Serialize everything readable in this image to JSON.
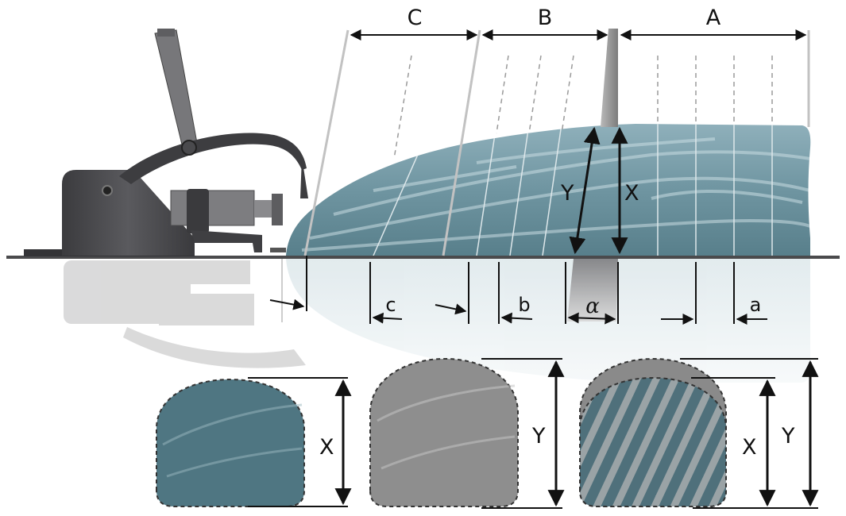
{
  "diagram": {
    "zones": {
      "a_big": "A",
      "b_big": "B",
      "c_big": "C"
    },
    "intervals": {
      "a_small": "a",
      "b_small": "b",
      "c_small": "c"
    },
    "angle_label": "α",
    "heights": {
      "x_label": "X",
      "y_label": "Y"
    },
    "cross_sections": [
      {
        "fill": "#4f7682",
        "height_label": "X"
      },
      {
        "fill": "#8e8e8e",
        "height_label": "Y"
      },
      {
        "fill": "#5c7079",
        "labels": [
          "X",
          "Y"
        ]
      }
    ]
  }
}
